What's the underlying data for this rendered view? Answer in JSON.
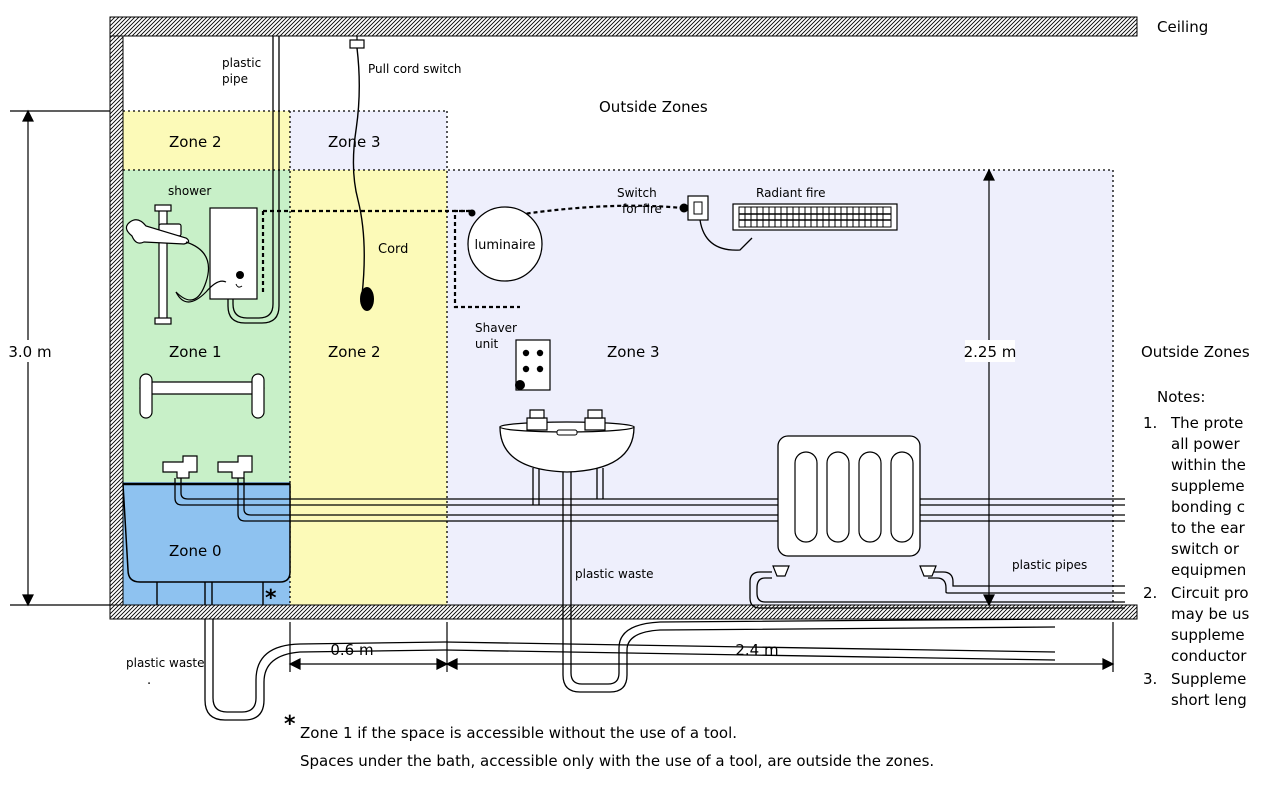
{
  "labels": {
    "ceiling": "Ceiling",
    "plastic_pipe_line1": "plastic",
    "plastic_pipe_line2": "pipe",
    "pull_cord_switch": "Pull cord switch",
    "outside_zones_top": "Outside Zones",
    "zone2_top": "Zone 2",
    "zone3_top": "Zone 3",
    "shower": "shower",
    "switch_for_fire_line1": "Switch",
    "switch_for_fire_line2": "for fire",
    "radiant_fire": "Radiant fire",
    "cord": "Cord",
    "luminaire": "luminaire",
    "shaver_unit_line1": "Shaver",
    "shaver_unit_line2": "unit",
    "zone1": "Zone 1",
    "zone2_mid": "Zone 2",
    "zone3_mid": "Zone 3",
    "zone0": "Zone 0",
    "plastic_waste_basin": "plastic waste",
    "plastic_pipes": "plastic pipes",
    "outside_zones_right": "Outside Zones",
    "plastic_waste_floor": "plastic waste",
    "plastic_waste_dot": "."
  },
  "dimensions": {
    "height_total": "3.0 m",
    "height_zone": "2.25 m",
    "width_zone2": "0.6 m",
    "width_zone3": "2.4 m"
  },
  "footnote": {
    "star": "*",
    "star_in_bath": "*",
    "line1": "Zone 1 if the space is accessible without the use of a tool.",
    "line2": "Spaces under the bath, accessible only with the use of a tool, are outside the zones."
  },
  "notes": {
    "heading": "Notes:",
    "items": [
      {
        "num": "1.",
        "lines": [
          "The prote",
          "all power",
          "within the",
          "suppleme",
          "bonding c",
          "to the ear",
          "switch or",
          "equipmen"
        ]
      },
      {
        "num": "2.",
        "lines": [
          "Circuit pro",
          "may be us",
          "suppleme",
          "conductor"
        ]
      },
      {
        "num": "3.",
        "lines": [
          "Suppleme",
          "short leng"
        ]
      }
    ]
  },
  "colors": {
    "zone_yellow": "#fcfab8",
    "zone_green": "#c8f0c8",
    "zone_lavender": "#eeeffc",
    "zone_blue": "#8ec2f0"
  }
}
